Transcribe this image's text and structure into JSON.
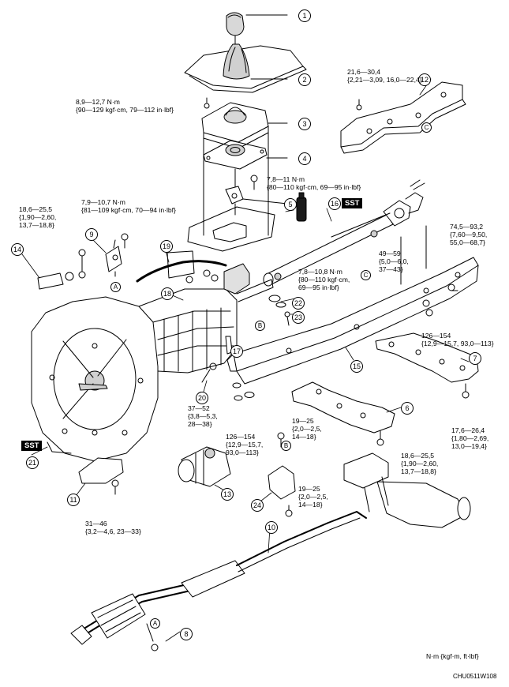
{
  "callouts": [
    "1",
    "2",
    "3",
    "4",
    "5",
    "6",
    "7",
    "8",
    "9",
    "10",
    "11",
    "12",
    "13",
    "14",
    "15",
    "16",
    "17",
    "18",
    "19",
    "20",
    "21",
    "22",
    "23",
    "24"
  ],
  "tags": {
    "a": "A",
    "b": "B",
    "c": "C"
  },
  "sst": "SST",
  "torque": {
    "t1": [
      "8,9—12,7 N·m",
      "{90—129 kgf·cm, 79—112 in·lbf}"
    ],
    "t2": [
      "21,6—30,4",
      "{2,21—3,09, 16,0—22,4}"
    ],
    "t3": [
      "7,8—11 N·m",
      "{80—110 kgf·cm, 69—95 in·lbf}"
    ],
    "t4": [
      "7,9—10,7 N·m",
      "{81—109 kgf·cm, 70—94 in·lbf}"
    ],
    "t5": [
      "18,6—25,5",
      "{1,90—2,60,",
      "13,7—18,8}"
    ],
    "t6": [
      "74,5—93,2",
      "{7,60—9,50,",
      "55,0—68,7}"
    ],
    "t7": [
      "49—59",
      "{5,0—6,0,",
      "37—43}"
    ],
    "t8": [
      "7,8—10,8 N·m",
      "{80—110 kgf·cm,",
      "69—95 in·lbf}"
    ],
    "t9": [
      "126—154",
      "{12,9—15,7, 93,0—113}"
    ],
    "t10": [
      "37—52",
      "{3,8—5,3,",
      "28—38}"
    ],
    "t11": [
      "126—154",
      "{12,9—15,7,",
      "93,0—113}"
    ],
    "t12": [
      "19—25",
      "{2,0—2,5,",
      "14—18}"
    ],
    "t13": [
      "17,6—26,4",
      "{1,80—2,69,",
      "13,0—19,4}"
    ],
    "t14": [
      "18,6—25,5",
      "{1,90—2,60,",
      "13,7—18,8}"
    ],
    "t15": [
      "19—25",
      "{2,0—2,5,",
      "14—18}"
    ],
    "t16": [
      "31—46",
      "{3,2—4,6, 23—33}"
    ]
  },
  "units": "N·m {kgf·m,  ft·lbf}",
  "code": "CHU0511W108"
}
